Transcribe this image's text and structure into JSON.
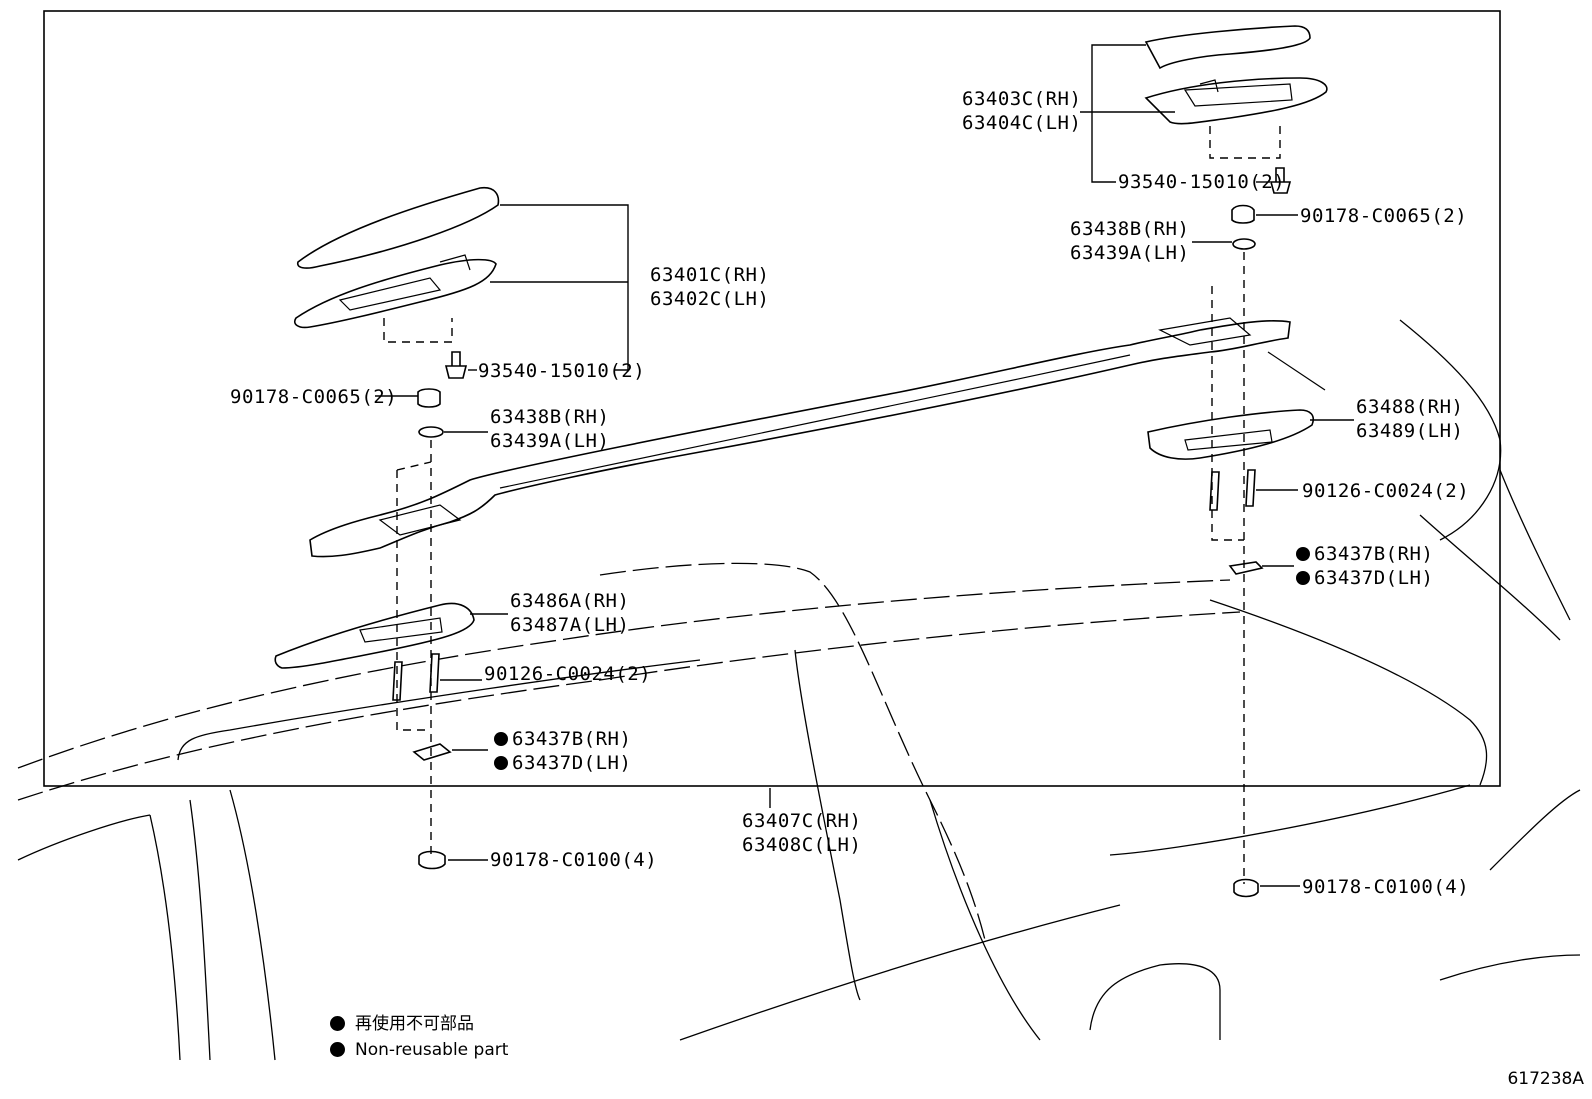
{
  "labels": {
    "l_63403_rh": "63403C(RH)",
    "l_63404_lh": "63404C(LH)",
    "l_93540_r": "93540-15010(2)",
    "l_90178_c0065_r": "90178-C0065(2)",
    "l_63438_r": "63438B(RH)",
    "l_63439_r": "63439A(LH)",
    "l_63401_rh": "63401C(RH)",
    "l_63402_lh": "63402C(LH)",
    "l_93540_l": "93540-15010(2)",
    "l_90178_c0065_l": "90178-C0065(2)",
    "l_63438_l": "63438B(RH)",
    "l_63439_l": "63439A(LH)",
    "l_63488_rh": "63488(RH)",
    "l_63489_lh": "63489(LH)",
    "l_90126_r": "90126-C0024(2)",
    "l_63437b_r": "63437B(RH)",
    "l_63437d_r": "63437D(LH)",
    "l_63486_rh": "63486A(RH)",
    "l_63487_lh": "63487A(LH)",
    "l_90126_l": "90126-C0024(2)",
    "l_63437b_l": "63437B(RH)",
    "l_63437d_l": "63437D(LH)",
    "l_63407_rh": "63407C(RH)",
    "l_63408_lh": "63408C(LH)",
    "l_90178_c0100_l": "90178-C0100(4)",
    "l_90178_c0100_r": "90178-C0100(4)"
  },
  "legend": {
    "jp": "再使用不可部品",
    "en": "Non-reusable part"
  },
  "figure_id": "617238A"
}
